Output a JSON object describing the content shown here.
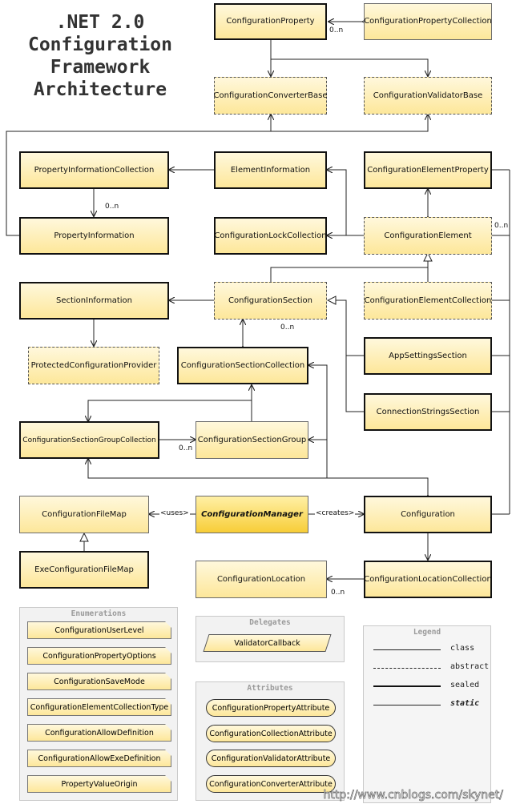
{
  "title": {
    "lines": [
      ".NET 2.0",
      "Configuration",
      "Framework",
      "Architecture"
    ]
  },
  "classes": {
    "configuration_property": "ConfigurationProperty",
    "configuration_property_collection": "ConfigurationPropertyCollection",
    "configuration_converter_base": "ConfigurationConverterBase",
    "configuration_validator_base": "ConfigurationValidatorBase",
    "property_information_collection": "PropertyInformationCollection",
    "element_information": "ElementInformation",
    "configuration_element_property": "ConfigurationElementProperty",
    "property_information": "PropertyInformation",
    "configuration_lock_collection": "ConfigurationLockCollection",
    "configuration_element": "ConfigurationElement",
    "section_information": "SectionInformation",
    "configuration_section": "ConfigurationSection",
    "configuration_element_collection": "ConfigurationElementCollection",
    "protected_configuration_provider": "ProtectedConfigurationProvider",
    "configuration_section_collection": "ConfigurationSectionCollection",
    "app_settings_section": "AppSettingsSection",
    "connection_strings_section": "ConnectionStringsSection",
    "configuration_section_group_collection": "ConfigurationSectionGroupCollection",
    "configuration_section_group": "ConfigurationSectionGroup",
    "configuration_file_map": "ConfigurationFileMap",
    "configuration_manager": "ConfigurationManager",
    "configuration": "Configuration",
    "exe_configuration_file_map": "ExeConfigurationFileMap",
    "configuration_location": "ConfigurationLocation",
    "configuration_location_collection": "ConfigurationLocationCollection"
  },
  "relations": {
    "uses": "<uses>",
    "creates": "<creates>",
    "multiplicity": "0..n"
  },
  "enumerations": {
    "title": "Enumerations",
    "items": [
      "ConfigurationUserLevel",
      "ConfigurationPropertyOptions",
      "ConfigurationSaveMode",
      "ConfigurationElementCollectionType",
      "ConfigurationAllowDefinition",
      "ConfigurationAllowExeDefinition",
      "PropertyValueOrigin"
    ]
  },
  "delegates": {
    "title": "Delegates",
    "items": [
      "ValidatorCallback"
    ]
  },
  "attributes": {
    "title": "Attributes",
    "items": [
      "ConfigurationPropertyAttribute",
      "ConfigurationCollectionAttribute",
      "ConfigurationValidatorAttribute",
      "ConfigurationConverterAttribute"
    ]
  },
  "legend": {
    "title": "Legend",
    "class": "class",
    "abstract": "abstract",
    "sealed": "sealed",
    "static": "static"
  },
  "watermark": "http://www.cnblogs.com/skynet/",
  "colors": {
    "fill_top": "#fff8dc",
    "fill_bottom": "#fde79a",
    "static_fill": "#f7cd37",
    "line": "#222222"
  }
}
